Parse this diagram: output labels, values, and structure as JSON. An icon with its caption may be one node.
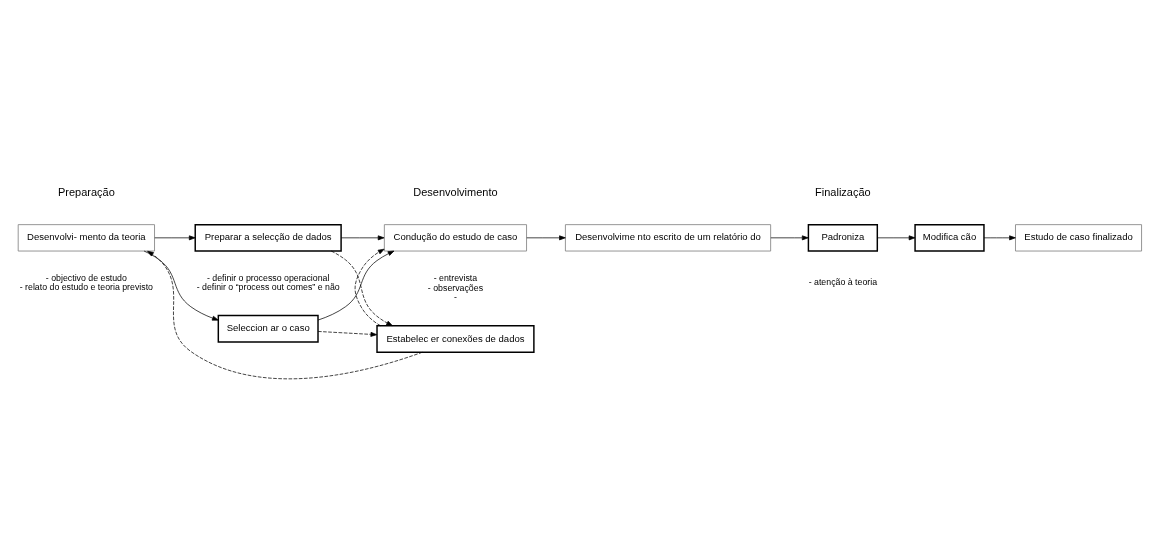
{
  "diagram": {
    "nodes": [
      {
        "text": [
          "Desenvolvi- mento da teoria"
        ],
        "beside": [
          "- objectivo de estudo",
          "- relato do estudo e teoria previsto"
        ]
      },
      {
        "text": [
          "Seleccion ar o caso"
        ]
      },
      {
        "text": [
          "Preparar a selecção de dados"
        ],
        "beside": [
          "- definir o processo operacional",
          "- definir o “process out comes” e não"
        ]
      },
      {
        "text": [
          "Condução do estudo de caso"
        ],
        "beside": [
          "- entrevista",
          "- observações",
          "-"
        ]
      },
      {
        "text": [
          "Estabelec er conexões de dados"
        ]
      },
      {
        "text": [
          "Desenvolvime nto escrito de um relatório do"
        ]
      },
      {
        "text": [
          "Padroniza"
        ],
        "beside": [
          "- atenção à teoria"
        ]
      },
      {
        "text": [
          "Modifica cão"
        ]
      },
      {
        "text": [
          "Estudo de caso finalizado"
        ]
      }
    ],
    "edges": [
      {
        "from": 0,
        "to": 1,
        "arrow": "to"
      },
      {
        "from": 0,
        "to": 2,
        "arrow": "to"
      },
      {
        "from": 1,
        "to": 3,
        "arrow": "to"
      },
      {
        "from": 2,
        "to": 3,
        "arrow": "to"
      },
      {
        "from": 1,
        "to": 4,
        "arrow": "to",
        "style": "dashed"
      },
      {
        "from": 2,
        "to": 4,
        "arrow": "to",
        "style": "dashed"
      },
      {
        "from": 4,
        "to": 3,
        "arrow": "to",
        "style": "dashed"
      },
      {
        "from": 4,
        "to": 0,
        "arrow": "to",
        "style": "dashed"
      },
      {
        "from": 3,
        "to": 5,
        "arrow": "to"
      },
      {
        "from": 5,
        "to": 6,
        "arrow": "to"
      },
      {
        "from": 6,
        "to": 7,
        "arrow": "to"
      },
      {
        "from": 7,
        "to": 8,
        "arrow": "to"
      }
    ],
    "labels": [
      "Preparação",
      "Desenvolvimento",
      "Finalização"
    ]
  }
}
